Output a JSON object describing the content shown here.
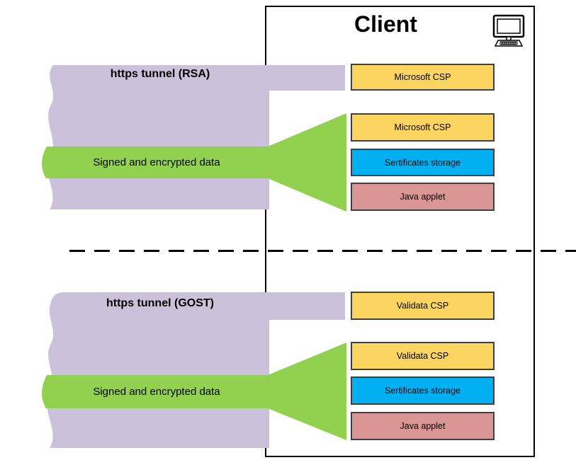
{
  "colors": {
    "purple": "#CCC1DA",
    "green": "#92D050",
    "yellow": "#FBD560",
    "blue": "#00B0F0",
    "red": "#D99694",
    "border": "#404040",
    "line": "#000000"
  },
  "client": {
    "title": "Client",
    "icon": "computer-icon"
  },
  "tunnels": [
    {
      "label": "https tunnel (RSA)",
      "data_label": "Signed and encrypted data",
      "top_box": {
        "label": "Microsoft CSP",
        "color": "yellow"
      },
      "stack": [
        {
          "label": "Microsoft CSP",
          "color": "yellow"
        },
        {
          "label": "Sertificates storage",
          "color": "blue"
        },
        {
          "label": "Java applet",
          "color": "red"
        }
      ]
    },
    {
      "label": "https tunnel (GOST)",
      "data_label": "Signed and encrypted data",
      "top_box": {
        "label": "Validata CSP",
        "color": "yellow"
      },
      "stack": [
        {
          "label": "Validata CSP",
          "color": "yellow"
        },
        {
          "label": "Sertificates storage",
          "color": "blue"
        },
        {
          "label": "Java applet",
          "color": "red"
        }
      ]
    }
  ]
}
